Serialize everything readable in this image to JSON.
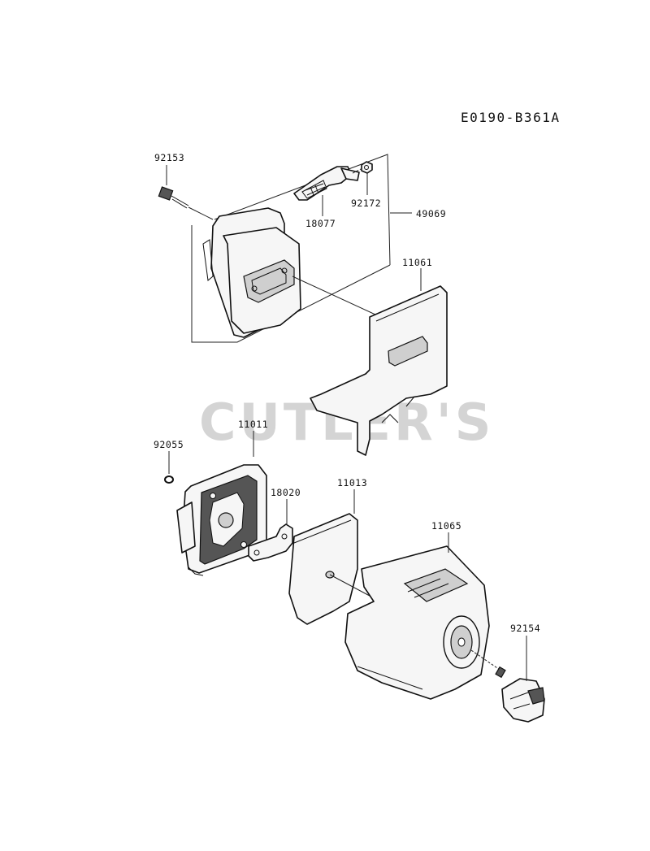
{
  "diagram_code": "E0190-B361A",
  "watermark": "CUTLER'S",
  "parts": {
    "p92153": "92153",
    "p18077": "18077",
    "p92172": "92172",
    "p49069": "49069",
    "p11061": "11061",
    "p11011": "11011",
    "p92055": "92055",
    "p18020": "18020",
    "p11013": "11013",
    "p11065": "11065",
    "p92154": "92154"
  }
}
